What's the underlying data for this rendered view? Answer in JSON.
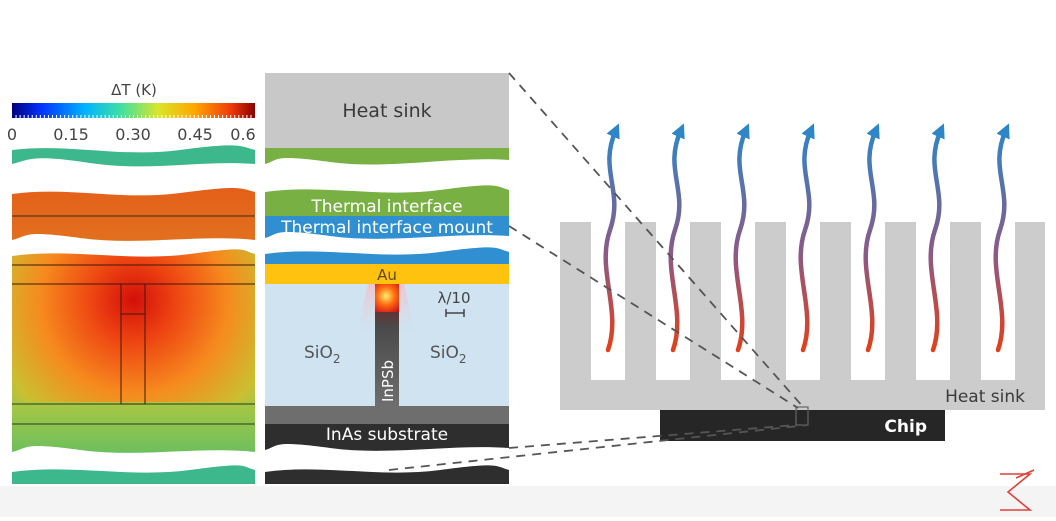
{
  "colorbar": {
    "title": "ΔT (K)",
    "ticks": [
      "0",
      "0.15",
      "0.30",
      "0.45",
      "0.6"
    ]
  },
  "layers": {
    "heat_sink": "Heat sink",
    "thermal_interface": "Thermal interface",
    "thermal_interface_mount": "Thermal interface mount",
    "gold": "Au",
    "wavelength": "λ/10",
    "oxide_left": "SiO",
    "oxide_left_sub": "2",
    "oxide_right": "SiO",
    "oxide_right_sub": "2",
    "core": "InPSb",
    "substrate": "InAs substrate"
  },
  "assembly": {
    "heat_sink": "Heat sink",
    "chip": "Chip"
  },
  "colors": {
    "heat_sink_gray": "#c8c8c8",
    "interface_green": "#78b043",
    "mount_blue": "#2f8fd1",
    "gold": "#ffc20e",
    "oxide": "#cfe3f1",
    "substrate_dark": "#2e2e2e",
    "chip_dark": "#262626"
  },
  "icons": {
    "heat_flow": "wavy-arrow-icon",
    "logo": "brand-logo-icon"
  }
}
